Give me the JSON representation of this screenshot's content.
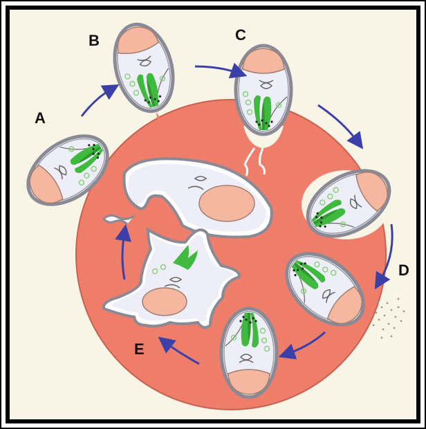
{
  "labels": {
    "a": "A",
    "b": "B",
    "c": "C",
    "d": "D",
    "e": "E"
  },
  "colors": {
    "background": "#f8f4e6",
    "frame": "#000000",
    "host_cell": "#ee7d6a",
    "host_cell_edge": "#c9604f",
    "parasite_body": "#eeeef8",
    "parasite_outline": "#8a8a96",
    "nucleus": "#f5b79f",
    "rhoptry": "#3fba3f",
    "vesicle": "#8bd07a",
    "arrow": "#3a40a8",
    "label_text": "#111111"
  },
  "icons": {
    "arrow": "curved-arrow",
    "parasite": "parasite-cell"
  }
}
